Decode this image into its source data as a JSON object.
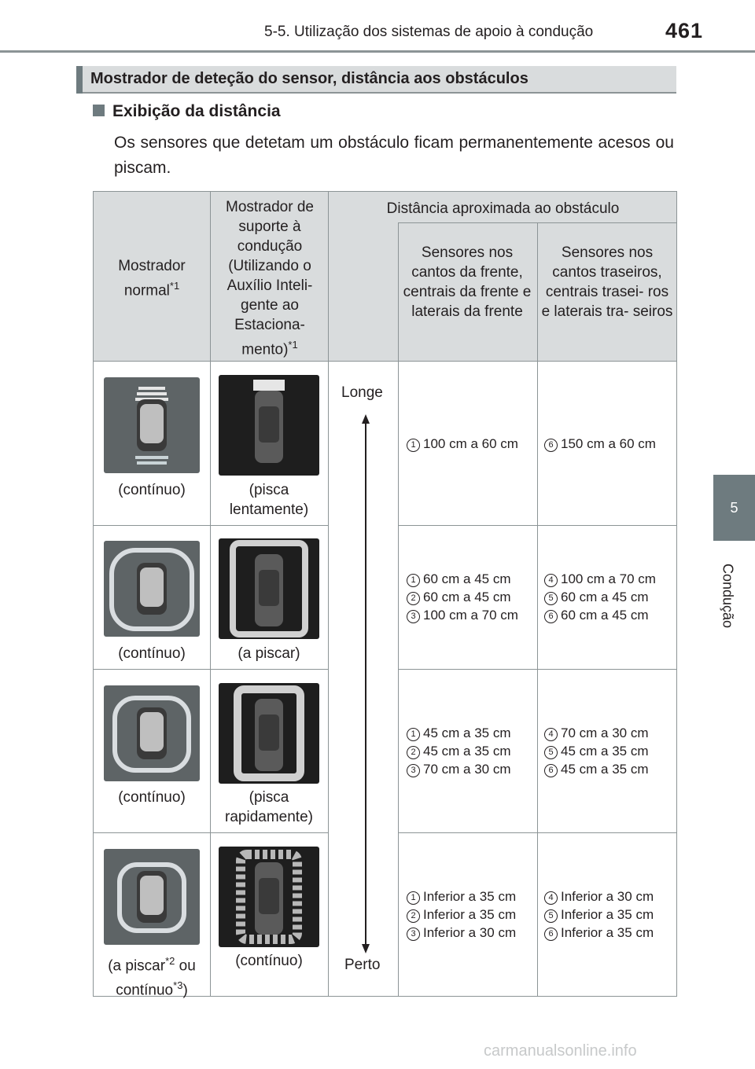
{
  "header": {
    "title": "5-5. Utilização dos sistemas de apoio à condução",
    "page_number": "461"
  },
  "side_tab": {
    "number": "5",
    "label": "Condução"
  },
  "section": {
    "title": "Mostrador de deteção do sensor, distância aos obstáculos"
  },
  "subsection": {
    "title": "Exibição da distância"
  },
  "paragraph": "Os sensores que detetam um obstáculo ficam permanentemente acesos ou piscam.",
  "table": {
    "col1_header": "Mostrador normal",
    "col1_sup": "*1",
    "col2_header": "Mostrador de suporte à condução (Utilizando o Auxílio Inteli- gente ao Estaciona- mento)",
    "col2_sup": "*1",
    "distance_header": "Distância aproximada ao obstáculo",
    "front_header": "Sensores nos cantos da frente, centrais da frente e laterais da frente",
    "rear_header": "Sensores nos cantos traseiros, centrais trasei- ros e laterais tra- seiros",
    "arrow_top": "Longe",
    "arrow_bottom": "Perto",
    "rows": [
      {
        "normal_caption": "(contínuo)",
        "assist_caption": "(pisca lentamente)",
        "front": [
          {
            "n": "1",
            "text": "100 cm a 60 cm"
          }
        ],
        "rear": [
          {
            "n": "6",
            "text": "150 cm a 60 cm"
          }
        ]
      },
      {
        "normal_caption": "(contínuo)",
        "assist_caption": "(a piscar)",
        "front": [
          {
            "n": "1",
            "text": "60 cm a 45 cm"
          },
          {
            "n": "2",
            "text": "60 cm a 45 cm"
          },
          {
            "n": "3",
            "text": "100 cm a 70 cm"
          }
        ],
        "rear": [
          {
            "n": "4",
            "text": "100 cm a 70 cm"
          },
          {
            "n": "5",
            "text": "60 cm a 45 cm"
          },
          {
            "n": "6",
            "text": "60 cm a 45 cm"
          }
        ]
      },
      {
        "normal_caption": "(contínuo)",
        "assist_caption": "(pisca rapidamente)",
        "front": [
          {
            "n": "1",
            "text": "45 cm a 35 cm"
          },
          {
            "n": "2",
            "text": "45 cm a 35 cm"
          },
          {
            "n": "3",
            "text": "70 cm a 30 cm"
          }
        ],
        "rear": [
          {
            "n": "4",
            "text": "70 cm a 30 cm"
          },
          {
            "n": "5",
            "text": "45 cm a 35 cm"
          },
          {
            "n": "6",
            "text": "45 cm a 35 cm"
          }
        ]
      },
      {
        "normal_caption_a": "(a piscar",
        "normal_sup_a": "*2",
        "normal_caption_b": " ou contínuo",
        "normal_sup_b": "*3",
        "normal_caption_c": ")",
        "assist_caption": "(contínuo)",
        "front": [
          {
            "n": "1",
            "text": "Inferior a 35 cm"
          },
          {
            "n": "2",
            "text": "Inferior a 35 cm"
          },
          {
            "n": "3",
            "text": "Inferior a 30 cm"
          }
        ],
        "rear": [
          {
            "n": "4",
            "text": "Inferior a 30 cm"
          },
          {
            "n": "5",
            "text": "Inferior a 35 cm"
          },
          {
            "n": "6",
            "text": "Inferior a 35 cm"
          }
        ]
      }
    ]
  },
  "watermark": "carmanualsonline.info"
}
